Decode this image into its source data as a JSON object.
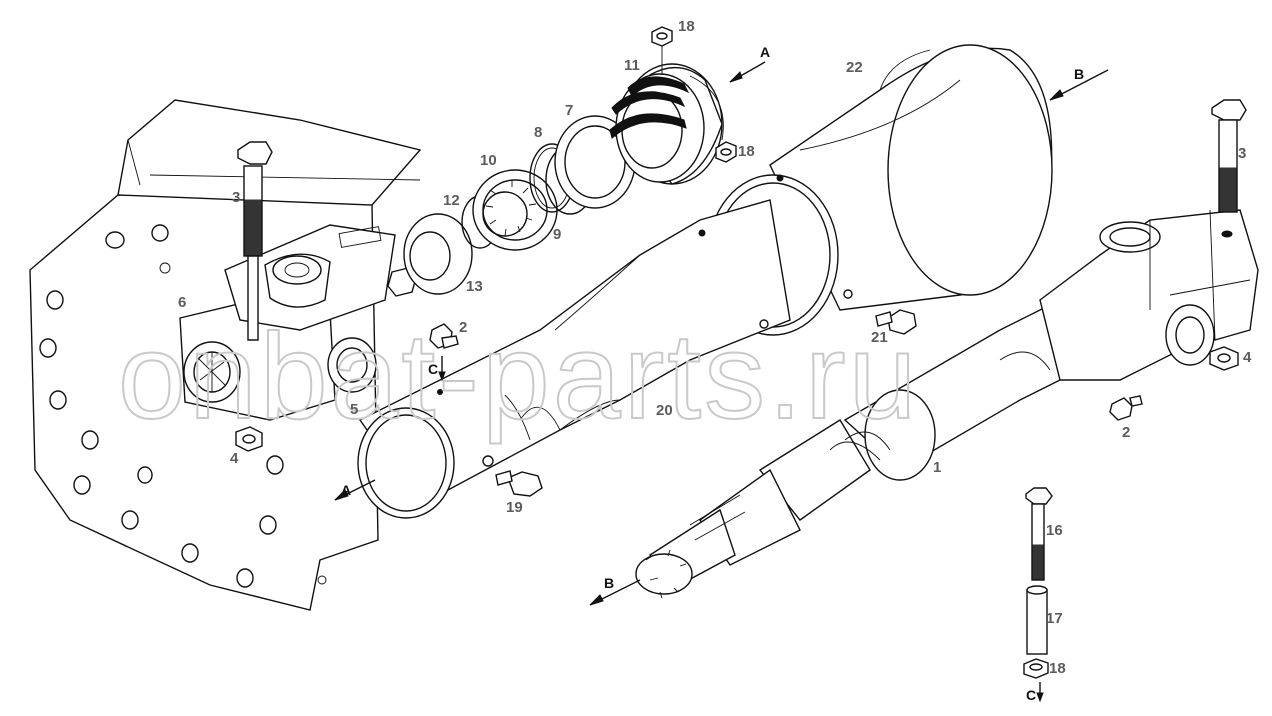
{
  "watermark": "onbat-parts.ru",
  "labels": {
    "p1": "1",
    "p2a": "2",
    "p2b": "2",
    "p3a": "3",
    "p3b": "3",
    "p4a": "4",
    "p4b": "4",
    "p5": "5",
    "p6": "6",
    "p7": "7",
    "p8": "8",
    "p9": "9",
    "p10": "10",
    "p11": "11",
    "p12": "12",
    "p13": "13",
    "p16": "16",
    "p17": "17",
    "p18a": "18",
    "p18b": "18",
    "p18c": "18",
    "p19": "19",
    "p20": "20",
    "p21": "21",
    "p22": "22"
  },
  "view_markers": {
    "a_top": "A",
    "a_bottom": "A",
    "b_top": "B",
    "b_bottom": "B",
    "c_left": "C",
    "c_bottom": "C"
  }
}
